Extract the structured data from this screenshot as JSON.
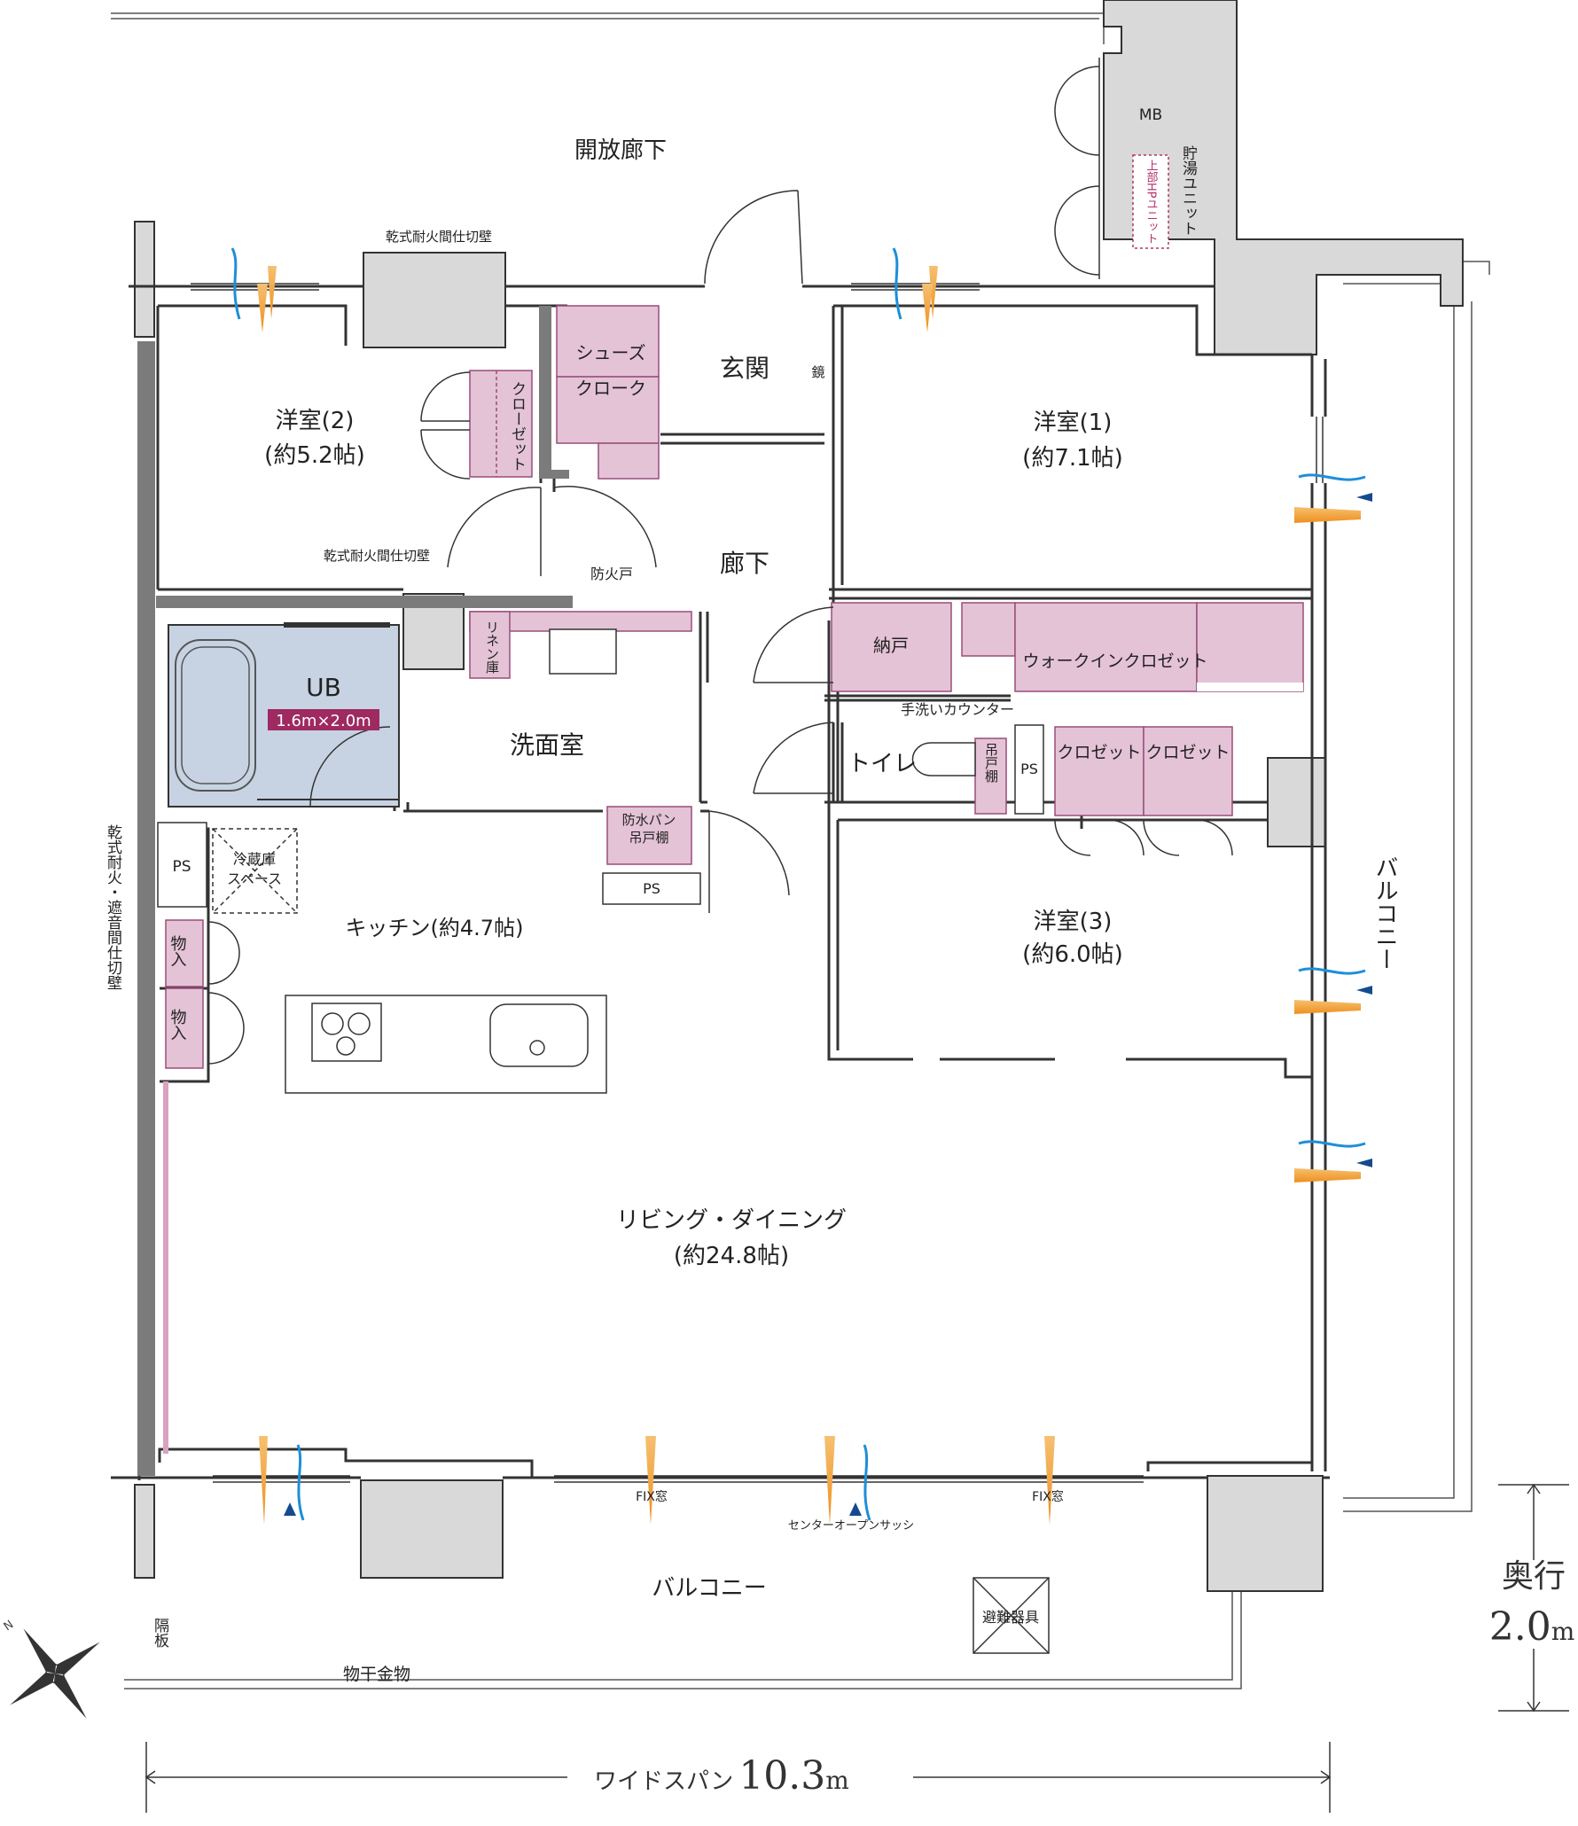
{
  "rooms": {
    "corridor_open": "開放廊下",
    "mb": "MB",
    "hp_unit": "上部HPユニット",
    "hot_water_unit": "貯湯ユニット",
    "partition_top": "乾式耐火間仕切壁",
    "partition_mid": "乾式耐火間仕切壁",
    "shoes": "シューズ",
    "cloak": "クローク",
    "genkan": "玄関",
    "mirror": "鏡",
    "room2_name": "洋室(2)",
    "room2_size": "(約5.2帖)",
    "closet_v": "クローゼット",
    "room1_name": "洋室(1)",
    "room1_size": "(約7.1帖)",
    "fire_door": "防火戸",
    "hallway": "廊下",
    "ub": "UB",
    "ub_size": "1.6m×2.0m",
    "linen": "リネン庫",
    "washroom": "洗面室",
    "storage_nando": "納戸",
    "walkin": "ウォークインクロゼット",
    "hand_wash": "手洗いカウンター",
    "toilet": "トイレ",
    "hanging_shelf": "吊戸棚",
    "ps1": "PS",
    "ps2": "PS",
    "ps3": "PS",
    "closet_a": "クロゼット",
    "closet_b": "クロゼット",
    "waterproof_pan": "防水パン",
    "waterproof_shelf": "吊戸棚",
    "fridge_1": "冷蔵庫",
    "fridge_2": "スペース",
    "kitchen": "キッチン(約4.7帖)",
    "storage1": "物入",
    "storage2": "物入",
    "room3_name": "洋室(3)",
    "room3_size": "(約6.0帖)",
    "ld_name": "リビング・ダイニング",
    "ld_size": "(約24.8帖)",
    "left_wall": "乾式耐火・遮音間仕切壁",
    "fix1": "FIX窓",
    "fix2": "FIX窓",
    "center_sash": "センターオープンサッシ",
    "balcony_bottom": "バルコニー",
    "balcony_right": "バルコニー",
    "escape": "避難器具",
    "partition_board": "隔板",
    "laundry": "物干金物",
    "north": "N"
  },
  "dimensions": {
    "width_label": "ワイドスパン",
    "width_value": "10.3",
    "width_unit": "m",
    "depth_label": "奥行",
    "depth_value": "2.0",
    "depth_unit": "m"
  },
  "colors": {
    "storage": "#e4c3d6",
    "storage_line": "#9a4d7a",
    "bath": "#c7d3e3",
    "ub_badge": "#9e2a61",
    "wall": "#7b7b7b",
    "column": "#d9d9d9",
    "air_blue": "#1c8fd8",
    "air_orange": "#f0a032"
  }
}
